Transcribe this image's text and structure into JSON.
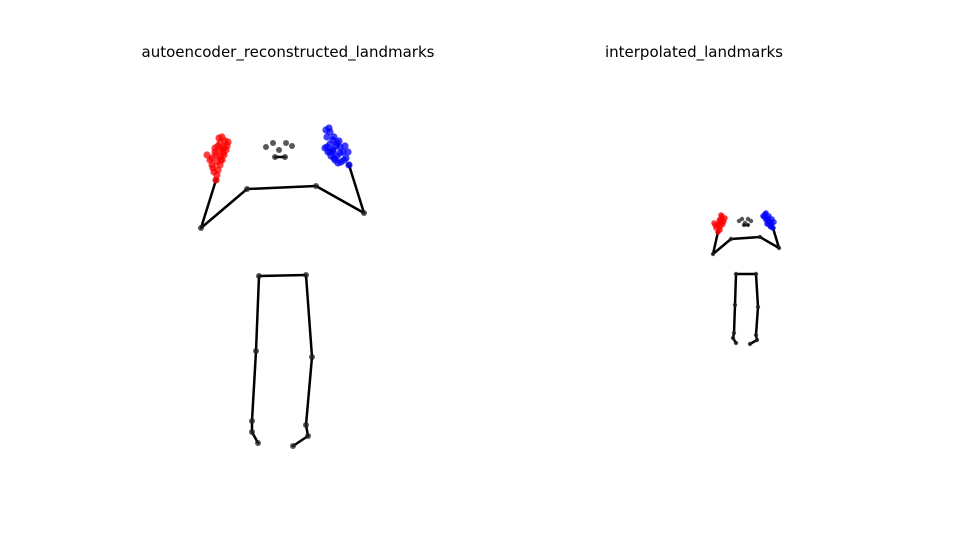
{
  "figure": {
    "panels": [
      {
        "title": "autoencoder_reconstructed_landmarks",
        "pose": {
          "bone_color": "#000000",
          "joint_color": "#222222",
          "points": [
            [
              201,
              228
            ],
            [
              247,
              189
            ],
            [
              316,
              186
            ],
            [
              364,
              213
            ],
            [
              216,
              180
            ],
            [
              349,
              165
            ],
            [
              259,
              276
            ],
            [
              306,
              275
            ],
            [
              256,
              351
            ],
            [
              312,
              357
            ],
            [
              252,
              421
            ],
            [
              252,
              432
            ],
            [
              258,
              443
            ],
            [
              306,
              425
            ],
            [
              308,
              436
            ],
            [
              293,
              446
            ],
            [
              266,
              147
            ],
            [
              273,
              143
            ],
            [
              279,
              150
            ],
            [
              286,
              143
            ],
            [
              292,
              146
            ],
            [
              275,
              157
            ],
            [
              285,
              157
            ]
          ],
          "bones": [
            [
              0,
              1
            ],
            [
              1,
              2
            ],
            [
              2,
              3
            ],
            [
              0,
              4
            ],
            [
              3,
              5
            ],
            [
              6,
              7
            ],
            [
              6,
              8
            ],
            [
              7,
              9
            ],
            [
              8,
              10
            ],
            [
              10,
              11
            ],
            [
              11,
              12
            ],
            [
              9,
              13
            ],
            [
              13,
              14
            ],
            [
              14,
              15
            ],
            [
              21,
              22
            ]
          ]
        },
        "left_hand": {
          "color": "#ff0000",
          "points": [
            [
              216,
              180
            ],
            [
              214,
              172
            ],
            [
              212,
              165
            ],
            [
              210,
              160
            ],
            [
              207,
              155
            ],
            [
              218,
              170
            ],
            [
              217,
              162
            ],
            [
              216,
              155
            ],
            [
              215,
              148
            ],
            [
              220,
              165
            ],
            [
              220,
              157
            ],
            [
              220,
              150
            ],
            [
              220,
              143
            ],
            [
              222,
              160
            ],
            [
              223,
              153
            ],
            [
              224,
              147
            ],
            [
              225,
              141
            ],
            [
              224,
              155
            ],
            [
              226,
              150
            ],
            [
              227,
              146
            ],
            [
              228,
              142
            ],
            [
              219,
              138
            ],
            [
              222,
              137
            ],
            [
              218,
              146
            ],
            [
              223,
              149
            ],
            [
              212,
              158
            ],
            [
              217,
              175
            ],
            [
              213,
              168
            ],
            [
              221,
              160
            ],
            [
              215,
              152
            ]
          ]
        },
        "right_hand": {
          "color": "#0000ff",
          "points": [
            [
              349,
              165
            ],
            [
              346,
              158
            ],
            [
              343,
              152
            ],
            [
              340,
              147
            ],
            [
              337,
              143
            ],
            [
              344,
              160
            ],
            [
              340,
              153
            ],
            [
              336,
              146
            ],
            [
              333,
              140
            ],
            [
              341,
              162
            ],
            [
              337,
              156
            ],
            [
              333,
              150
            ],
            [
              330,
              144
            ],
            [
              338,
              163
            ],
            [
              334,
              158
            ],
            [
              330,
              152
            ],
            [
              327,
              147
            ],
            [
              335,
              160
            ],
            [
              331,
              156
            ],
            [
              328,
              152
            ],
            [
              325,
              148
            ],
            [
              326,
              130
            ],
            [
              330,
              132
            ],
            [
              334,
              137
            ],
            [
              329,
              128
            ],
            [
              345,
              146
            ],
            [
              348,
              152
            ],
            [
              333,
              151
            ],
            [
              339,
              141
            ],
            [
              327,
              137
            ]
          ]
        }
      },
      {
        "title": "interpolated_landmarks",
        "pose": {
          "bone_color": "#000000",
          "joint_color": "#222222",
          "points": [
            [
              713,
              254
            ],
            [
              731,
              239
            ],
            [
              760,
              237
            ],
            [
              779,
              248
            ],
            [
              718,
              232
            ],
            [
              773,
              228
            ],
            [
              736,
              274
            ],
            [
              756,
              274
            ],
            [
              735,
              305
            ],
            [
              758,
              307
            ],
            [
              734,
              333
            ],
            [
              733,
              338
            ],
            [
              736,
              343
            ],
            [
              756,
              335
            ],
            [
              757,
              340
            ],
            [
              750,
              344
            ],
            [
              739,
              221
            ],
            [
              742,
              219
            ],
            [
              745,
              223
            ],
            [
              748,
              219
            ],
            [
              751,
              221
            ],
            [
              744,
              225
            ],
            [
              748,
              225
            ]
          ],
          "bones": [
            [
              0,
              1
            ],
            [
              1,
              2
            ],
            [
              2,
              3
            ],
            [
              0,
              4
            ],
            [
              3,
              5
            ],
            [
              6,
              7
            ],
            [
              6,
              8
            ],
            [
              7,
              9
            ],
            [
              8,
              10
            ],
            [
              10,
              11
            ],
            [
              11,
              12
            ],
            [
              9,
              13
            ],
            [
              13,
              14
            ],
            [
              14,
              15
            ],
            [
              21,
              22
            ]
          ]
        },
        "left_hand": {
          "color": "#ff0000",
          "points": [
            [
              718,
              232
            ],
            [
              716,
              228
            ],
            [
              715,
              225
            ],
            [
              714,
              223
            ],
            [
              719,
              228
            ],
            [
              719,
              224
            ],
            [
              719,
              221
            ],
            [
              720,
              219
            ],
            [
              721,
              226
            ],
            [
              721,
              222
            ],
            [
              722,
              219
            ],
            [
              722,
              216
            ],
            [
              723,
              224
            ],
            [
              724,
              221
            ],
            [
              725,
              218
            ],
            [
              721,
              215
            ],
            [
              717,
              225
            ],
            [
              720,
              230
            ],
            [
              722,
              222
            ]
          ]
        },
        "right_hand": {
          "color": "#0000ff",
          "points": [
            [
              773,
              228
            ],
            [
              771,
              225
            ],
            [
              769,
              222
            ],
            [
              767,
              219
            ],
            [
              770,
              226
            ],
            [
              768,
              223
            ],
            [
              766,
              220
            ],
            [
              764,
              217
            ],
            [
              772,
              224
            ],
            [
              770,
              221
            ],
            [
              768,
              218
            ],
            [
              765,
              214
            ],
            [
              774,
              222
            ],
            [
              772,
              219
            ],
            [
              766,
              213
            ],
            [
              763,
              216
            ],
            [
              769,
              216
            ],
            [
              771,
              227
            ],
            [
              767,
              224
            ]
          ]
        }
      }
    ]
  }
}
